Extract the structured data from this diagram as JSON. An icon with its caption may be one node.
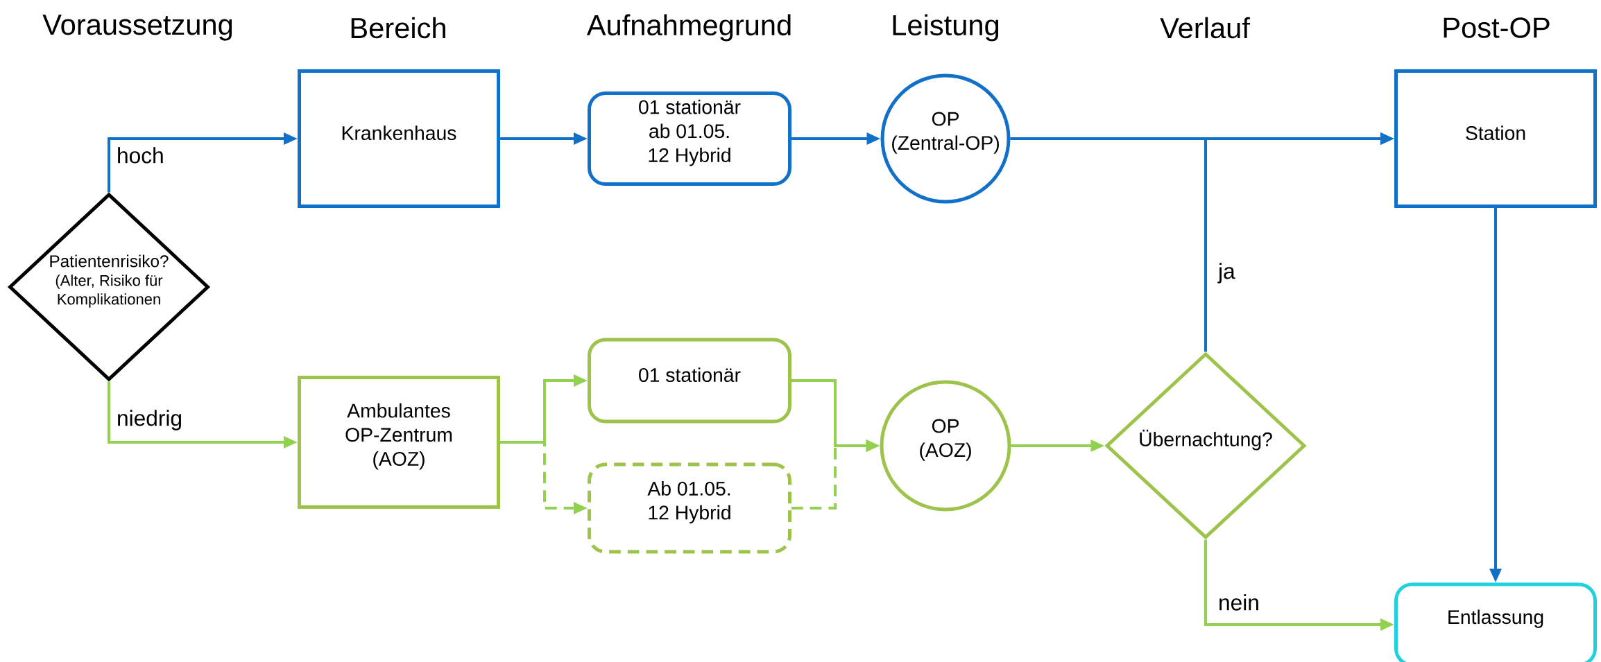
{
  "diagram": {
    "nodes": [
      {
        "text": [
          "Patientenrisiko?",
          "(Alter, Risiko für Komplikationen"
        ]
      },
      {
        "text": [
          "Krankenhaus"
        ]
      },
      {
        "text": [
          "01 stationär ab 01.05. 12 Hybrid"
        ]
      },
      {
        "text": [
          "OP (Zentral-OP)"
        ]
      },
      {
        "text": [
          "Station"
        ]
      },
      {
        "text": [
          "Ambulantes OP-Zentrum (AOZ)"
        ]
      },
      {
        "text": [
          "01 stationär"
        ]
      },
      {
        "text": [
          "Ab 01.05. 12 Hybrid"
        ]
      },
      {
        "text": [
          "OP (AOZ)"
        ]
      },
      {
        "text": [
          "Übernachtung?"
        ]
      },
      {
        "text": [
          "Entlassung"
        ]
      }
    ],
    "edges": [
      {
        "from": 0,
        "to": 1,
        "arrow": "to",
        "label": "hoch",
        "color": "#1170c8"
      },
      {
        "from": 0,
        "to": 5,
        "arrow": "to",
        "label": "niedrig"
      },
      {
        "from": 1,
        "to": 2,
        "arrow": "to",
        "color": "#1170c8"
      },
      {
        "from": 2,
        "to": 3,
        "arrow": "to",
        "color": "#1170c8"
      },
      {
        "from": 3,
        "to": 4,
        "arrow": "to",
        "color": "#1170c8"
      },
      {
        "from": 9,
        "to": 4,
        "arrow": "to",
        "label": "ja",
        "color": "#1170c8"
      },
      {
        "from": 4,
        "to": 10,
        "arrow": "to",
        "color": "#1170c8"
      },
      {
        "from": 5,
        "to": 6,
        "arrow": "to"
      },
      {
        "from": 5,
        "to": 7,
        "arrow": "to",
        "style": "dashed"
      },
      {
        "from": 6,
        "to": 8,
        "arrow": "to"
      },
      {
        "from": 7,
        "to": 8,
        "arrow": "to",
        "style": "dashed"
      },
      {
        "from": 8,
        "to": 9,
        "arrow": "to"
      },
      {
        "from": 9,
        "to": 10,
        "arrow": "to",
        "label": "nein"
      }
    ],
    "labels": [
      "Voraussetzung",
      "Bereich",
      "Aufnahmegrund",
      "Leistung",
      "Verlauf",
      "Post-OP"
    ]
  }
}
